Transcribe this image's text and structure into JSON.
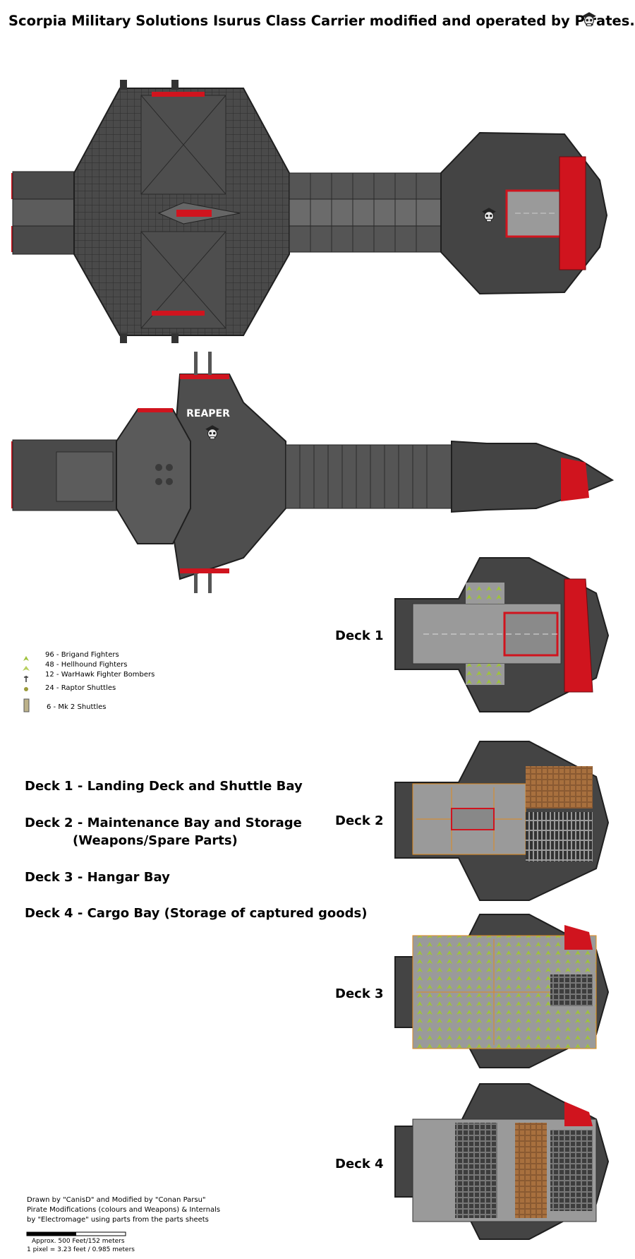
{
  "title": "Scorpia Military Solutions Isurus Class Carrier modified and operated by Pirates.",
  "ship_name": "REAPER",
  "decks": [
    {
      "label": "Deck 1"
    },
    {
      "label": "Deck 2"
    },
    {
      "label": "Deck 3"
    },
    {
      "label": "Deck 4"
    }
  ],
  "legend": [
    {
      "icon": "brigand-fighter-icon",
      "text": "96 - Brigand Fighters"
    },
    {
      "icon": "hellhound-fighter-icon",
      "text": "48 - Hellhound  Fighters"
    },
    {
      "icon": "warhawk-bomber-icon",
      "text": "12 - WarHawk Fighter Bombers"
    },
    {
      "icon": "raptor-shuttle-icon",
      "text": "24 - Raptor Shuttles"
    },
    {
      "icon": "mk2-shuttle-icon",
      "text": "6 - Mk 2 Shuttles"
    }
  ],
  "deck_descriptions": [
    {
      "line": "Deck 1 - Landing Deck and Shuttle Bay"
    },
    {
      "line": "Deck 2 - Maintenance Bay and Storage",
      "line2": "(Weapons/Spare Parts)"
    },
    {
      "line": "Deck 3 - Hangar Bay"
    },
    {
      "line": "Deck 4 - Cargo Bay (Storage of captured goods)"
    }
  ],
  "credits": [
    "Drawn by \"CanisD\" and Modified by \"Conan Parsu\"",
    "Pirate Modifications (colours and Weapons) & Internals",
    "by \"Electromage\" using parts from the parts sheets"
  ],
  "scale": {
    "length": "Approx. 500 Feet/152 meters",
    "pixel": "1 pixel = 3.23 feet / 0.985 meters"
  },
  "colors": {
    "hull_dark": "#3a3a3a",
    "hull_mid": "#555555",
    "hull_light": "#6e6e6e",
    "accent_red": "#d0141e",
    "deck_floor": "#9a9a9a",
    "orange_lines": "#e08a1e",
    "fighter_green": "#9fc23c",
    "cargo_brown": "#8a5a32"
  }
}
